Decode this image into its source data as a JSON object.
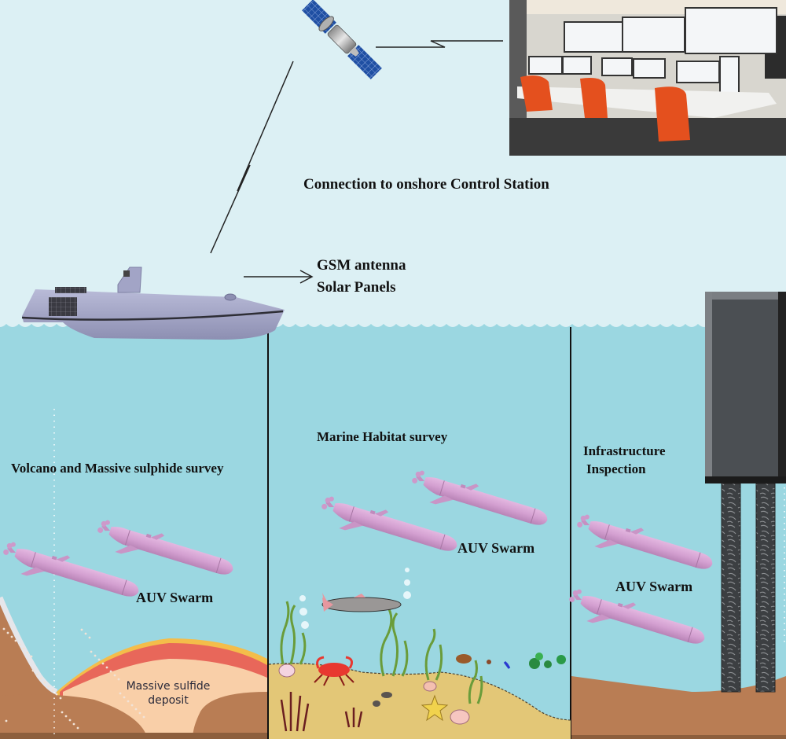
{
  "diagram": {
    "type": "ocean-robotics-architecture",
    "labels": {
      "connection": "Connection to onshore Control Station",
      "gsm_antenna": "GSM antenna",
      "solar_panels": "Solar Panels",
      "section_volcano": "Volcano and Massive sulphide survey",
      "section_habitat": "Marine Habitat survey",
      "section_infra_line1": "Infrastructure",
      "section_infra_line2": "Inspection",
      "auv_swarm_1": "AUV Swarm",
      "auv_swarm_2": "AUV Swarm",
      "auv_swarm_3": "AUV Swarm",
      "deposit_line1": "Massive sulfide",
      "deposit_line2": "deposit"
    },
    "components": [
      {
        "id": "satellite",
        "icon": "satellite-icon"
      },
      {
        "id": "control-station",
        "icon": "control-room-photo"
      },
      {
        "id": "usv",
        "icon": "surface-vessel-icon"
      },
      {
        "id": "auv",
        "icon": "auv-icon",
        "count_per_section": 2
      },
      {
        "id": "offshore-platform",
        "icon": "platform-icon"
      }
    ],
    "links": [
      {
        "from": "usv",
        "to": "satellite",
        "style": "zigzag-line"
      },
      {
        "from": "satellite",
        "to": "control-station",
        "style": "zigzag-line"
      },
      {
        "from": "usv",
        "to": "gsm-label",
        "style": "arrow"
      }
    ],
    "sections": [
      "volcano",
      "habitat",
      "infrastructure"
    ],
    "colors": {
      "sky": "#dcf0f4",
      "water": "#9bd7e1",
      "seabed_brown": "#b97d54",
      "sand": "#e3c777",
      "deposit": "#f9cfa8",
      "deposit_red": "#e8675a",
      "deposit_yellow": "#f4bd4a",
      "auv_pink": "#d7a2d4",
      "boat_grey": "#a9abcb",
      "solar_blue": "#1d4a9a",
      "platform_dark": "#4b4f53"
    }
  }
}
